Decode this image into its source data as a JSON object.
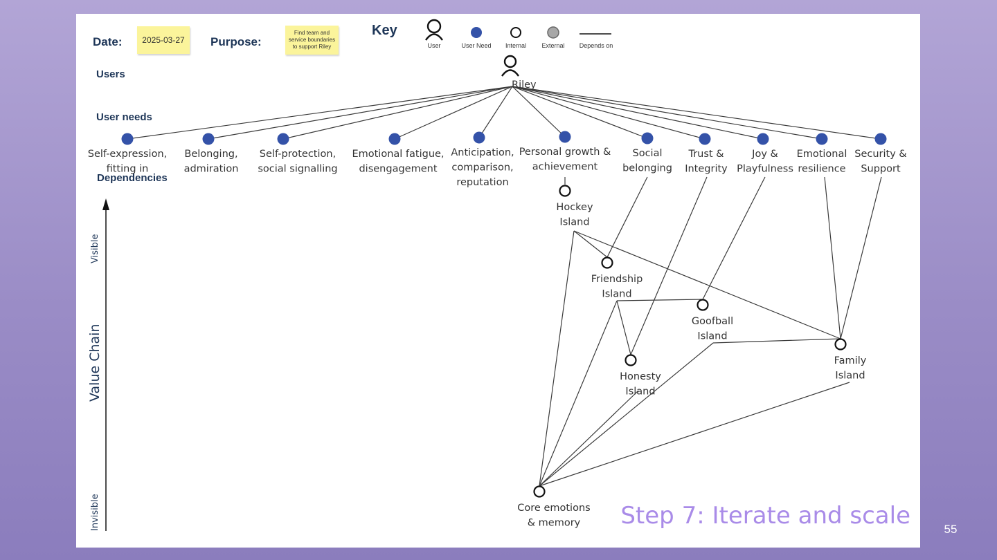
{
  "header": {
    "date_label": "Date:",
    "date_value": "2025-03-27",
    "purpose_label": "Purpose:",
    "purpose_value": "Find team and service boundaries to support Riley"
  },
  "key": {
    "title": "Key",
    "items": [
      {
        "label": "User",
        "shape": "user"
      },
      {
        "label": "User Need",
        "shape": "dot-filled",
        "color": "#3452a8"
      },
      {
        "label": "Internal",
        "shape": "dot-open"
      },
      {
        "label": "External",
        "shape": "dot-grey",
        "color": "#a7a7a7"
      },
      {
        "label": "Depends on",
        "shape": "line"
      }
    ]
  },
  "row_labels": {
    "users": "Users",
    "user_needs": "User needs",
    "dependencies": "Dependencies"
  },
  "axis": {
    "label": "Value Chain",
    "top": "Visible",
    "bottom": "Invisible"
  },
  "colors": {
    "need_dot": "#3452a8",
    "header_text": "#1d3557",
    "caption": "#a98be8"
  },
  "user": {
    "id": "riley",
    "label": "Riley"
  },
  "needs": [
    {
      "id": "n1",
      "lines": [
        "Self-expression,",
        "fitting in"
      ]
    },
    {
      "id": "n2",
      "lines": [
        "Belonging,",
        "admiration"
      ]
    },
    {
      "id": "n3",
      "lines": [
        "Self-protection,",
        "social signalling"
      ]
    },
    {
      "id": "n4",
      "lines": [
        "Emotional fatigue,",
        "disengagement"
      ]
    },
    {
      "id": "n5",
      "lines": [
        "Anticipation,",
        "comparison,",
        "reputation"
      ]
    },
    {
      "id": "n6",
      "lines": [
        "Personal growth &",
        "achievement"
      ]
    },
    {
      "id": "n7",
      "lines": [
        "Social",
        "belonging"
      ]
    },
    {
      "id": "n8",
      "lines": [
        "Trust &",
        "Integrity"
      ]
    },
    {
      "id": "n9",
      "lines": [
        "Joy &",
        "Playfulness"
      ]
    },
    {
      "id": "n10",
      "lines": [
        "Emotional",
        "resilience"
      ]
    },
    {
      "id": "n11",
      "lines": [
        "Security &",
        "Support"
      ]
    }
  ],
  "components": [
    {
      "id": "hockey",
      "lines": [
        "Hockey",
        "Island"
      ]
    },
    {
      "id": "friendship",
      "lines": [
        "Friendship",
        "Island"
      ]
    },
    {
      "id": "goofball",
      "lines": [
        "Goofball",
        "Island"
      ]
    },
    {
      "id": "honesty",
      "lines": [
        "Honesty",
        "Island"
      ]
    },
    {
      "id": "family",
      "lines": [
        "Family",
        "Island"
      ]
    },
    {
      "id": "core",
      "lines": [
        "Core emotions",
        "& memory"
      ]
    }
  ],
  "links": [
    [
      "riley",
      "n1"
    ],
    [
      "riley",
      "n2"
    ],
    [
      "riley",
      "n3"
    ],
    [
      "riley",
      "n4"
    ],
    [
      "riley",
      "n5"
    ],
    [
      "riley",
      "n6"
    ],
    [
      "riley",
      "n7"
    ],
    [
      "riley",
      "n8"
    ],
    [
      "riley",
      "n9"
    ],
    [
      "riley",
      "n10"
    ],
    [
      "riley",
      "n11"
    ],
    [
      "n6",
      "hockey"
    ],
    [
      "n7",
      "friendship"
    ],
    [
      "n8",
      "honesty"
    ],
    [
      "n9",
      "goofball"
    ],
    [
      "n10",
      "family"
    ],
    [
      "n11",
      "family"
    ],
    [
      "hockey",
      "friendship"
    ],
    [
      "hockey",
      "family"
    ],
    [
      "hockey",
      "core"
    ],
    [
      "friendship",
      "goofball"
    ],
    [
      "friendship",
      "honesty"
    ],
    [
      "friendship",
      "core"
    ],
    [
      "goofball",
      "family"
    ],
    [
      "goofball",
      "core"
    ],
    [
      "honesty",
      "core"
    ],
    [
      "family",
      "core"
    ]
  ],
  "caption": "Step 7: Iterate and scale",
  "page_number": "55"
}
